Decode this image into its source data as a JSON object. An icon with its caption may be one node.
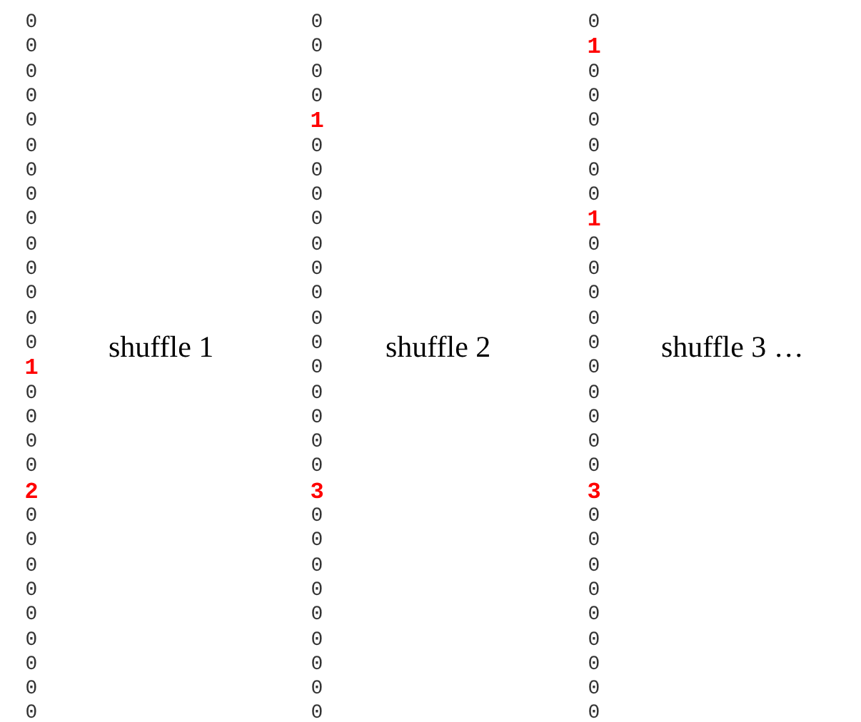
{
  "diagram": {
    "labels": [
      "0",
      "0",
      "0",
      "0",
      "0",
      "0",
      "0",
      "0",
      "0",
      "0",
      "0",
      "0",
      "0",
      "0",
      "1",
      "0",
      "0",
      "0",
      "0",
      "2",
      "0",
      "0",
      "0",
      "0",
      "0",
      "0",
      "0",
      "0",
      "0",
      "shuffle 1",
      "0",
      "0",
      "0",
      "0",
      "1",
      "0",
      "0",
      "0",
      "0",
      "0",
      "0",
      "0",
      "0",
      "0",
      "0",
      "0",
      "0",
      "0",
      "0",
      "3",
      "0",
      "0",
      "0",
      "0",
      "0",
      "0",
      "0",
      "0",
      "0",
      "shuffle 2",
      "0",
      "1",
      "0",
      "0",
      "0",
      "0",
      "0",
      "0",
      "1",
      "0",
      "0",
      "0",
      "0",
      "0",
      "0",
      "0",
      "0",
      "0",
      "0",
      "3",
      "0",
      "0",
      "0",
      "0",
      "0",
      "0",
      "0",
      "0",
      "0",
      "shuffle 3 …"
    ]
  }
}
